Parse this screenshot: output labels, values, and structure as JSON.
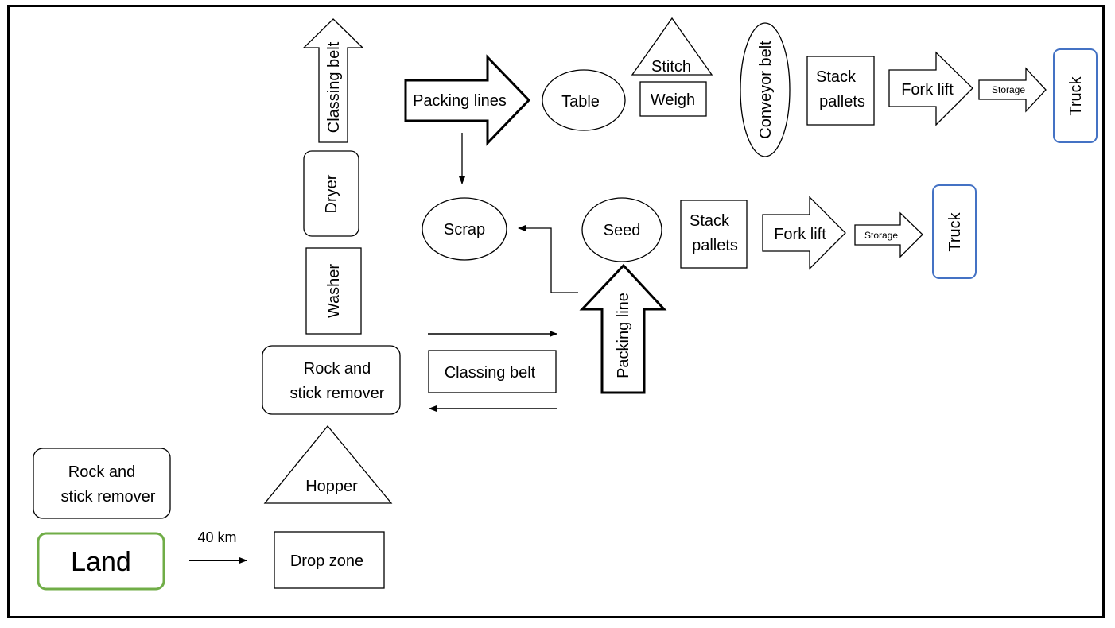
{
  "diagram": {
    "nodes": {
      "land": "Land",
      "rock_stick_remover_left": [
        "Rock and",
        "stick remover"
      ],
      "distance": "40 km",
      "drop_zone": "Drop zone",
      "hopper": "Hopper",
      "rock_stick_remover_mid": [
        "Rock and",
        "stick remover"
      ],
      "washer": "Washer",
      "dryer": "Dryer",
      "classing_belt_vertical": "Classing belt",
      "classing_belt_horizontal": "Classing belt",
      "packing_line": "Packing line",
      "packing_lines": "Packing lines",
      "scrap": "Scrap",
      "seed": "Seed",
      "table": "Table",
      "stitch": "Stitch",
      "weigh": "Weigh",
      "conveyor_belt": "Conveyor belt",
      "stack_pallets_top": [
        "Stack",
        "pallets"
      ],
      "fork_lift_top": "Fork lift",
      "storage_top": "Storage",
      "truck_top": "Truck",
      "stack_pallets_bottom": [
        "Stack",
        "pallets"
      ],
      "fork_lift_bottom": "Fork lift",
      "storage_bottom": "Storage",
      "truck_bottom": "Truck"
    },
    "colors": {
      "land_border": "#70ad47",
      "truck_border": "#4472c4",
      "line": "#000000"
    }
  }
}
